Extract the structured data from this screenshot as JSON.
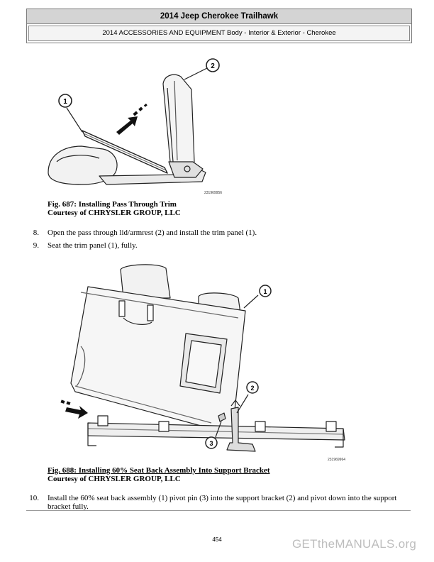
{
  "header": {
    "title": "2014 Jeep Cherokee Trailhawk",
    "subtitle": "2014 ACCESSORIES AND EQUIPMENT Body - Interior & Exterior - Cherokee"
  },
  "figures": [
    {
      "image_id": "231969956",
      "callouts": [
        "1",
        "2"
      ],
      "caption_line1": "Fig. 687: Installing Pass Through Trim",
      "caption_line2": "Courtesy of CHRYSLER GROUP, LLC"
    },
    {
      "image_id": "231969964",
      "callouts": [
        "1",
        "2",
        "3"
      ],
      "caption_line1": "Fig. 688: Installing 60% Seat Back Assembly Into Support Bracket",
      "caption_line2": "Courtesy of CHRYSLER GROUP, LLC"
    }
  ],
  "steps": [
    {
      "num": "8.",
      "text": "Open the pass through lid/armrest (2) and install the trim panel (1)."
    },
    {
      "num": "9.",
      "text": "Seat the trim panel (1), fully."
    },
    {
      "num": "10.",
      "text": "Install the 60% seat back assembly (1) pivot pin (3) into the support bracket (2) and pivot down into the support bracket fully."
    }
  ],
  "footer": {
    "page_number": "454",
    "watermark": "GETtheMANUALS.org"
  }
}
